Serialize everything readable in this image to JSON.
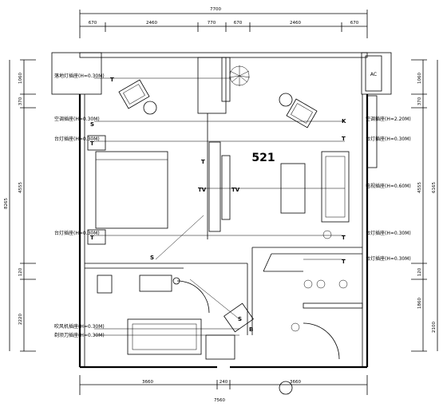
{
  "room_number": "521",
  "dims_top_total": "7700",
  "dims_top": [
    "670",
    "2460",
    "770",
    "670",
    "2460",
    "670"
  ],
  "dims_bottom": [
    "3660",
    "240",
    "3660"
  ],
  "dims_bottom_total": "7560",
  "dims_left_total": "8265",
  "dims_left": [
    "1060",
    "370",
    "4555",
    "120",
    "2220"
  ],
  "dims_right": [
    "1060",
    "370",
    "4555",
    "120",
    "1860"
  ],
  "dims_right_total_upper": "6165",
  "dims_right_total_lower": "2100",
  "labels_left": [
    "落地灯插座(H=0.30M)",
    "空调插座(H=0.30M)",
    "台灯插座(H=0.30M)",
    "台灯插座(H=0.30M)",
    "吹风机插座(H=0.30M)",
    "剃须刀插座(H=0.30M)"
  ],
  "labels_right": [
    "空调插座(H=2.20M)",
    "台灯插座(H=0.30M)",
    "电视插座(H=0.60M)",
    "台灯插座(H=0.30M)",
    "台灯插座(H=0.30M)"
  ],
  "fridge_label": "AC",
  "symbols": [
    "T",
    "TV",
    "K",
    "S",
    "B"
  ]
}
